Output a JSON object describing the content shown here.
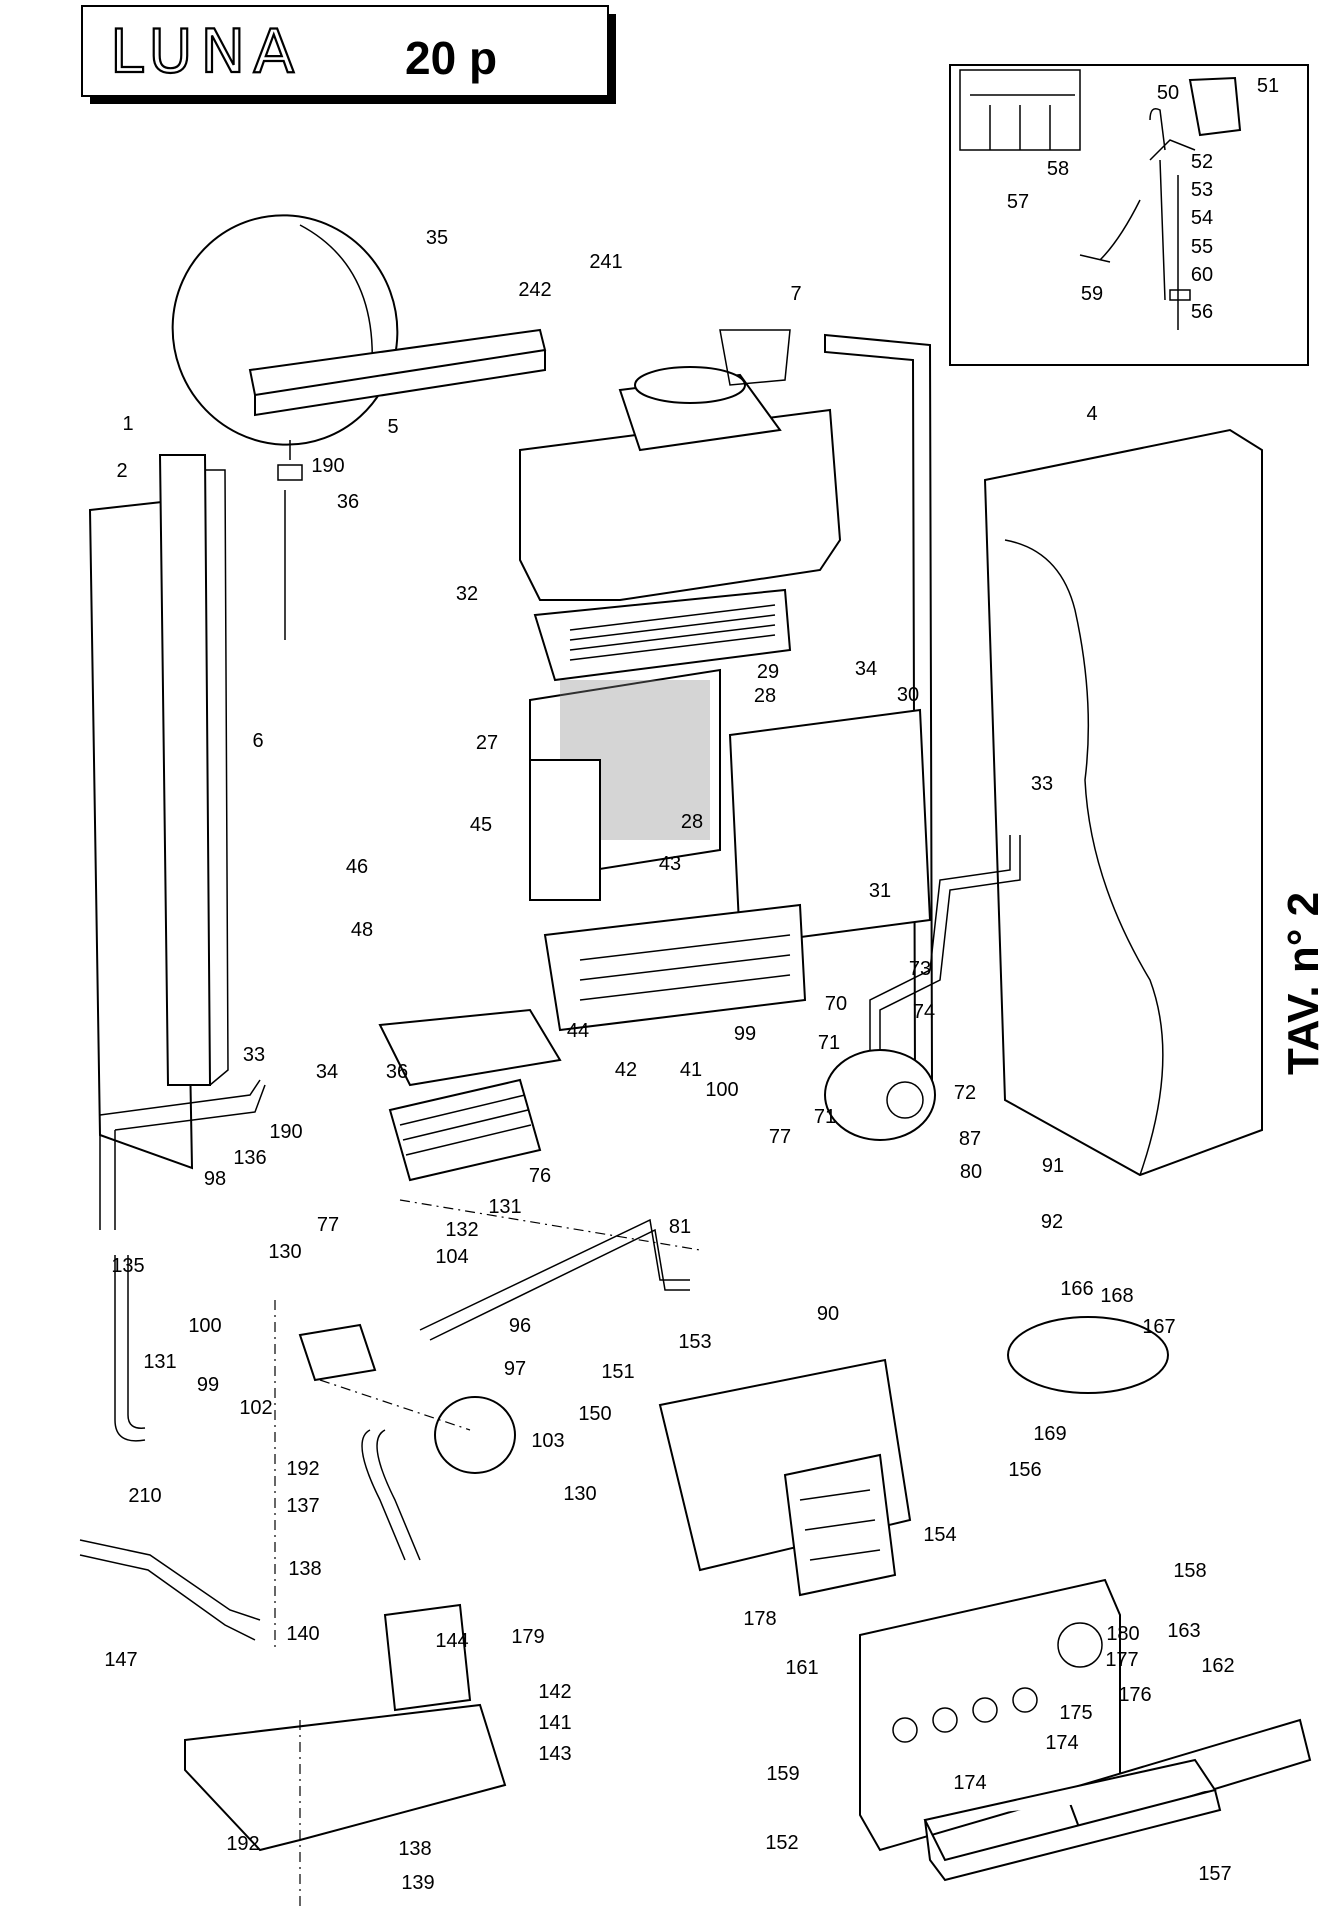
{
  "title": {
    "brand": "LUNA",
    "model": "20 p"
  },
  "plate_label": "TAV. n° 2",
  "callouts": [
    "1",
    "2",
    "4",
    "5",
    "6",
    "7",
    "27",
    "28",
    "29",
    "30",
    "31",
    "32",
    "33",
    "34",
    "35",
    "36",
    "41",
    "42",
    "43",
    "44",
    "45",
    "46",
    "48",
    "50",
    "51",
    "52",
    "53",
    "54",
    "55",
    "56",
    "57",
    "58",
    "59",
    "60",
    "70",
    "71",
    "72",
    "73",
    "74",
    "76",
    "77",
    "80",
    "81",
    "87",
    "90",
    "91",
    "92",
    "96",
    "97",
    "98",
    "99",
    "100",
    "102",
    "103",
    "104",
    "130",
    "131",
    "132",
    "135",
    "136",
    "137",
    "138",
    "139",
    "140",
    "141",
    "142",
    "143",
    "144",
    "147",
    "150",
    "151",
    "152",
    "153",
    "154",
    "156",
    "157",
    "158",
    "159",
    "161",
    "162",
    "163",
    "166",
    "167",
    "168",
    "169",
    "174",
    "175",
    "176",
    "177",
    "178",
    "179",
    "180",
    "190",
    "192",
    "210",
    "241",
    "242"
  ]
}
